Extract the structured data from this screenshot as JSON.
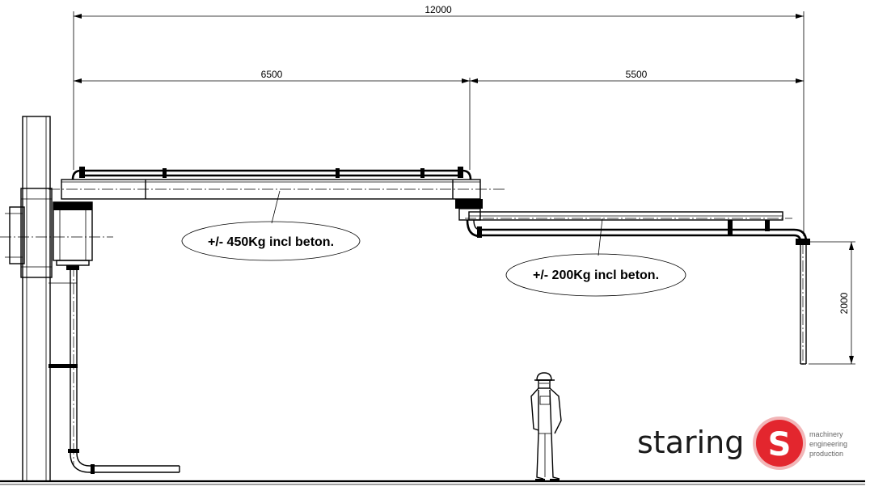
{
  "dimensions": {
    "overall": "12000",
    "inner_arm": "6500",
    "outer_arm": "5500",
    "drop_height": "2000"
  },
  "callouts": {
    "inner_arm_weight": "+/- 450Kg incl beton.",
    "outer_arm_weight": "+/- 200Kg incl beton."
  },
  "logo": {
    "wordmark": "staring",
    "tagline": [
      "machinery",
      "engineering",
      "production"
    ],
    "emblem_letter": "S",
    "emblem_color": "#e3262e"
  },
  "figure": {
    "icon": "worker-figure-icon"
  }
}
